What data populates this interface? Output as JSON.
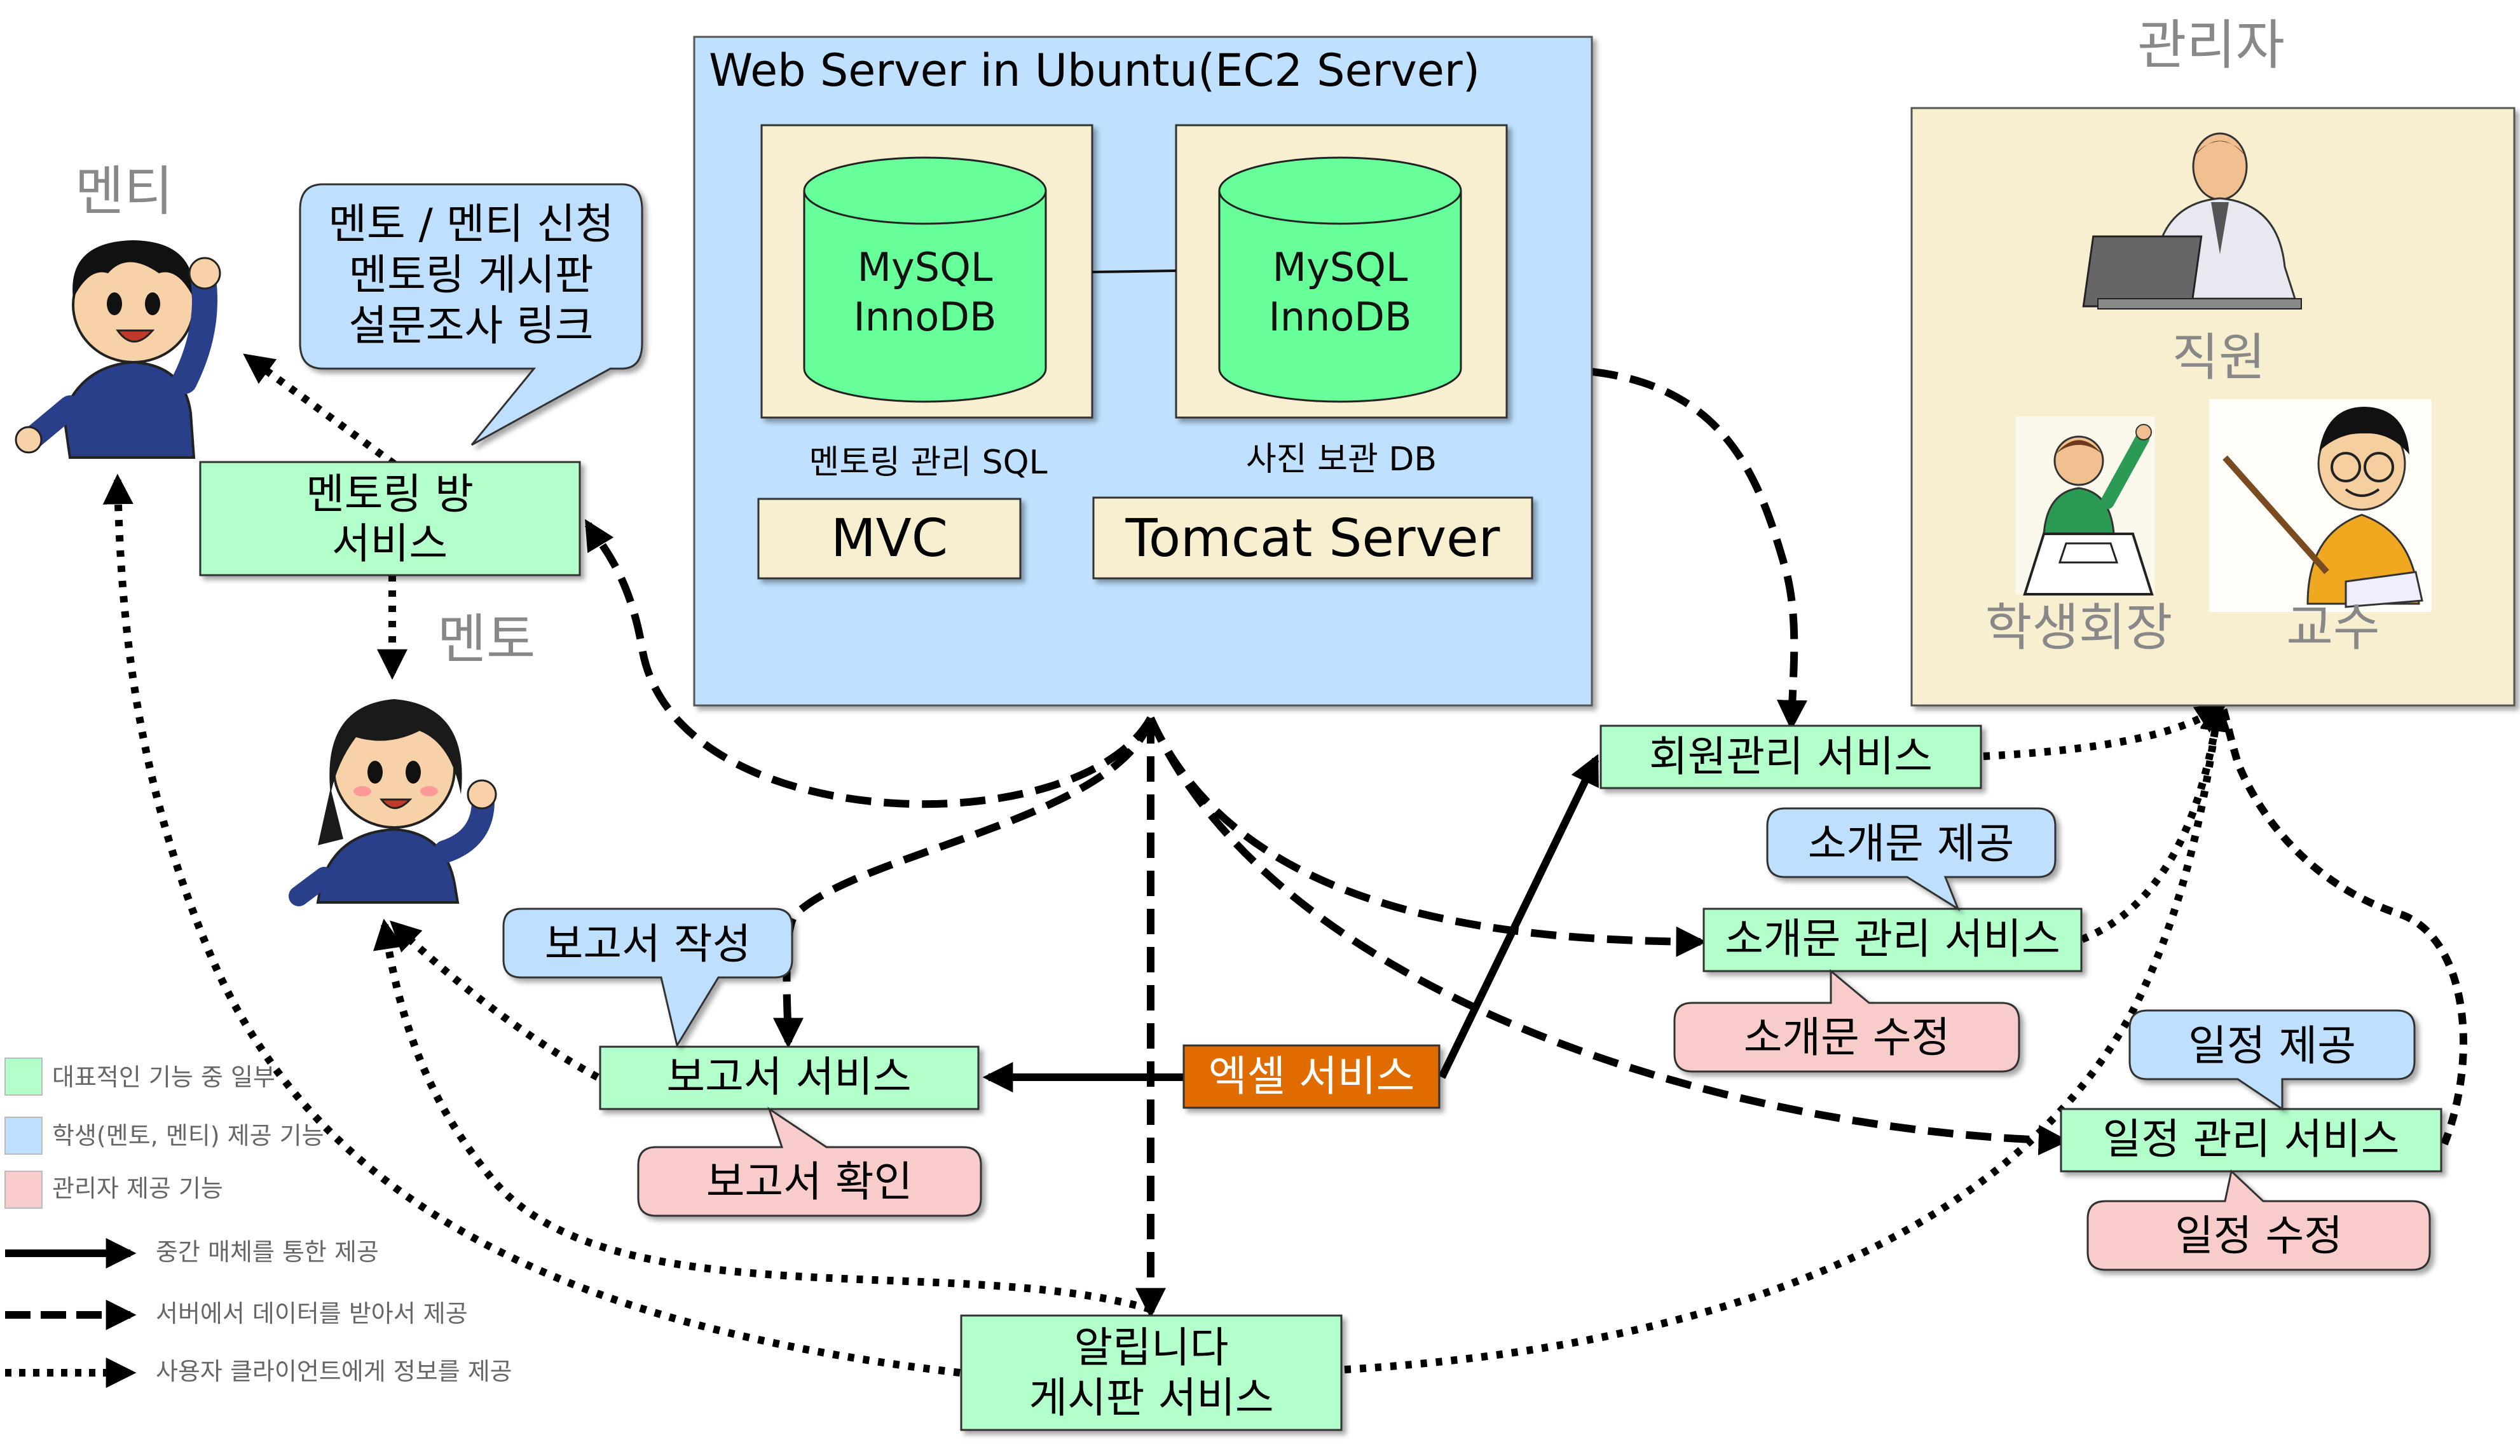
{
  "server": {
    "title": "Web Server in Ubuntu(EC2 Server)",
    "db1_line1": "MySQL",
    "db1_line2": "InnoDB",
    "db1_caption": "멘토링 관리 SQL",
    "db2_line1": "MySQL",
    "db2_line2": "InnoDB",
    "db2_caption": "사진 보관 DB",
    "mvc": "MVC",
    "tomcat": "Tomcat Server"
  },
  "people": {
    "mentee": "멘티",
    "mentor": "멘토",
    "admin": "관리자",
    "staff": "직원",
    "student_president": "학생회장",
    "professor": "교수"
  },
  "services": {
    "mentoring_room_line1": "멘토링 방",
    "mentoring_room_line2": "서비스",
    "member": "회원관리 서비스",
    "intro": "소개문 관리 서비스",
    "schedule": "일정 관리 서비스",
    "report": "보고서 서비스",
    "notice_line1": "알립니다",
    "notice_line2": "게시판 서비스",
    "excel": "엑셀 서비스"
  },
  "bubbles": {
    "mentee_line1": "멘토 / 멘티 신청",
    "mentee_line2": "멘토링 게시판",
    "mentee_line3": "설문조사 링크",
    "intro_provide": "소개문 제공",
    "intro_edit": "소개문 수정",
    "schedule_provide": "일정 제공",
    "schedule_edit": "일정 수정",
    "report_write": "보고서 작성",
    "report_check": "보고서 확인"
  },
  "legend": {
    "green": "대표적인 기능 중 일부",
    "blue": "학생(멘토, 멘티) 제공 기능",
    "pink": "관리자 제공 기능",
    "solid": "중간 매체를 통한 제공",
    "dashed": "서버에서 데이터를 받아서 제공",
    "dotted": "사용자 클라이언트에게 정보를 제공"
  },
  "colors": {
    "green_box": "#b3ffcc",
    "blue_bubble": "#bfdfff",
    "pink_bubble": "#f9cccc",
    "server_bg": "#bfe1ff",
    "admin_bg": "#f7efcf",
    "db_green": "#66ff99",
    "excel_orange": "#e06c00"
  }
}
